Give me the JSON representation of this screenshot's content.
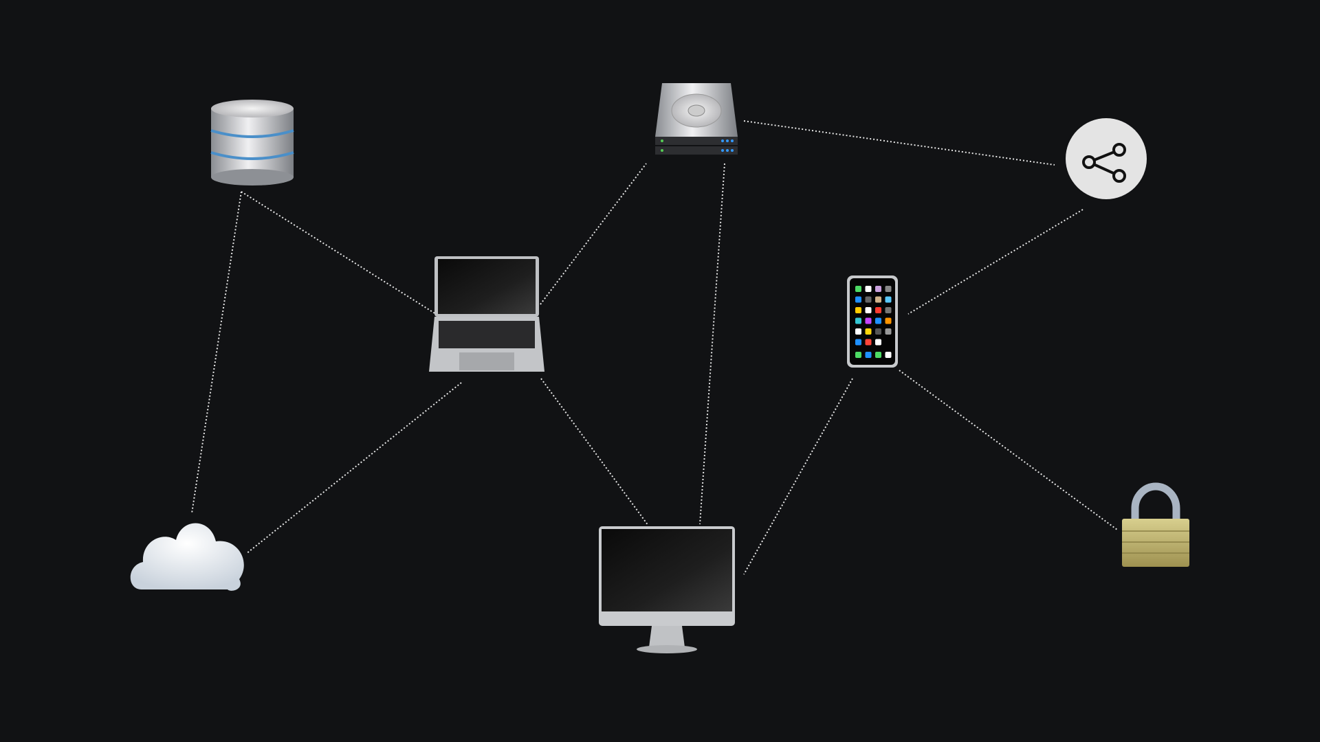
{
  "background": "#111214",
  "edge_color": "#e8e8e8",
  "nodes": [
    {
      "id": "database",
      "icon": "database-icon"
    },
    {
      "id": "hard-drive",
      "icon": "hard-drive-icon"
    },
    {
      "id": "share",
      "icon": "share-icon"
    },
    {
      "id": "laptop",
      "icon": "laptop-icon"
    },
    {
      "id": "phone",
      "icon": "smartphone-icon"
    },
    {
      "id": "cloud",
      "icon": "cloud-icon"
    },
    {
      "id": "monitor",
      "icon": "desktop-monitor-icon"
    },
    {
      "id": "lock",
      "icon": "padlock-icon"
    }
  ],
  "edges": [
    {
      "from": "database",
      "to": "laptop"
    },
    {
      "from": "database",
      "to": "cloud"
    },
    {
      "from": "laptop",
      "to": "cloud"
    },
    {
      "from": "laptop",
      "to": "hard-drive"
    },
    {
      "from": "hard-drive",
      "to": "share"
    },
    {
      "from": "hard-drive",
      "to": "monitor"
    },
    {
      "from": "laptop",
      "to": "monitor"
    },
    {
      "from": "share",
      "to": "phone"
    },
    {
      "from": "phone",
      "to": "monitor"
    },
    {
      "from": "phone",
      "to": "lock"
    }
  ]
}
